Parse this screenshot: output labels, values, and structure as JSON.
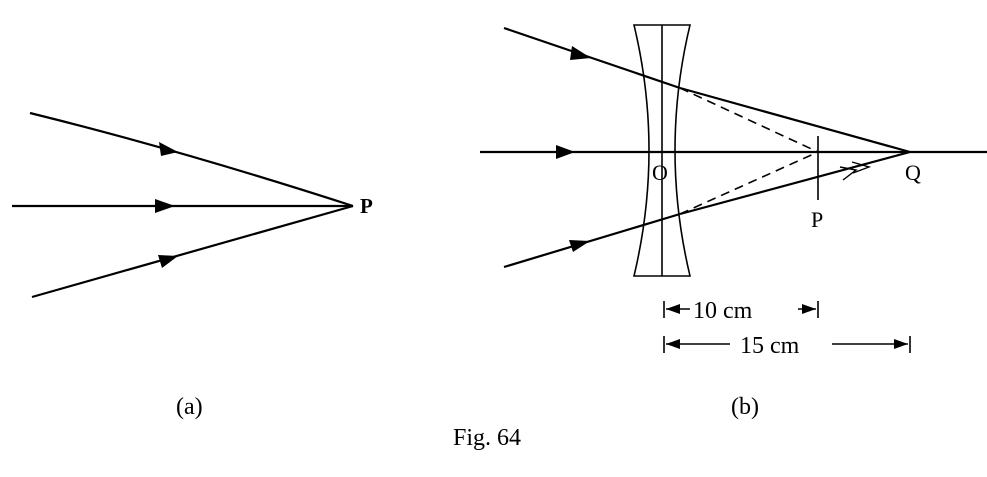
{
  "figure": {
    "caption": "Fig. 64",
    "panel_a": {
      "caption": "(a)",
      "point_label": "P"
    },
    "panel_b": {
      "caption": "(b)",
      "center_label": "O",
      "image_label": "P",
      "point_label": "Q",
      "dim_short": "10 cm",
      "dim_long": "15 cm"
    }
  }
}
